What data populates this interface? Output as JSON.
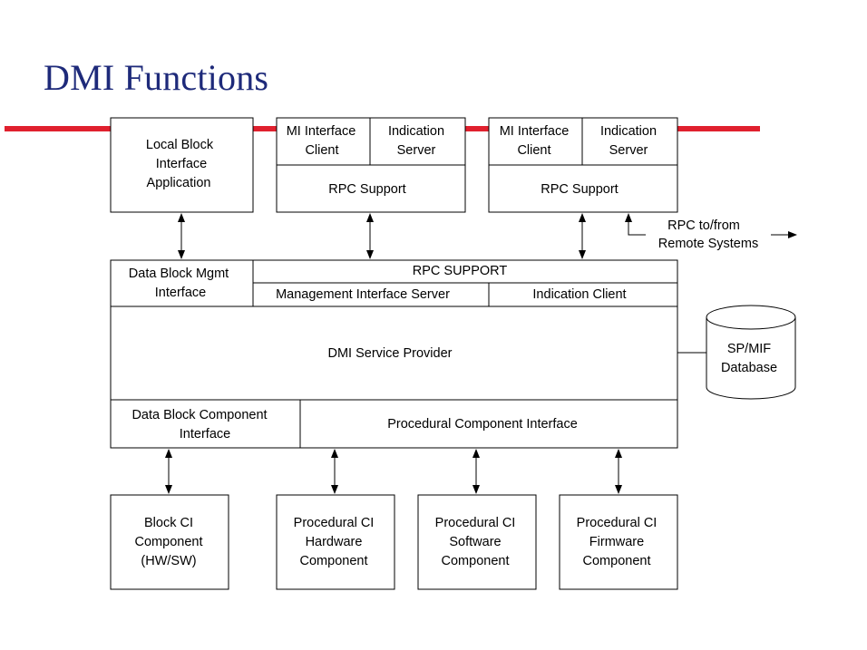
{
  "title": "DMI Functions",
  "colors": {
    "title": "#1e2a7a",
    "bus_line": "#e0202e"
  },
  "top": {
    "local_block": [
      "Local Block",
      "Interface",
      "Application"
    ],
    "rpc1": {
      "mi_client": [
        "MI Interface",
        "Client"
      ],
      "indication_server": [
        "Indication",
        "Server"
      ],
      "rpc_support": "RPC Support"
    },
    "rpc2": {
      "mi_client": [
        "MI Interface",
        "Client"
      ],
      "indication_server": [
        "Indication",
        "Server"
      ],
      "rpc_support": "RPC Support"
    },
    "remote": [
      "RPC to/from",
      "Remote Systems"
    ]
  },
  "provider": {
    "data_block_mgmt": [
      "Data Block Mgmt",
      "Interface"
    ],
    "rpc_support": "RPC SUPPORT",
    "mgmt_interface_server": "Management Interface Server",
    "indication_client": "Indication Client",
    "service_provider": "DMI Service Provider",
    "data_block_component": [
      "Data Block Component",
      "Interface"
    ],
    "procedural_component": "Procedural Component Interface"
  },
  "database": [
    "SP/MIF",
    "Database"
  ],
  "components": {
    "block_ci": [
      "Block CI",
      "Component",
      "(HW/SW)"
    ],
    "hardware": [
      "Procedural CI",
      "Hardware",
      "Component"
    ],
    "software": [
      "Procedural CI",
      "Software",
      "Component"
    ],
    "firmware": [
      "Procedural CI",
      "Firmware",
      "Component"
    ]
  }
}
